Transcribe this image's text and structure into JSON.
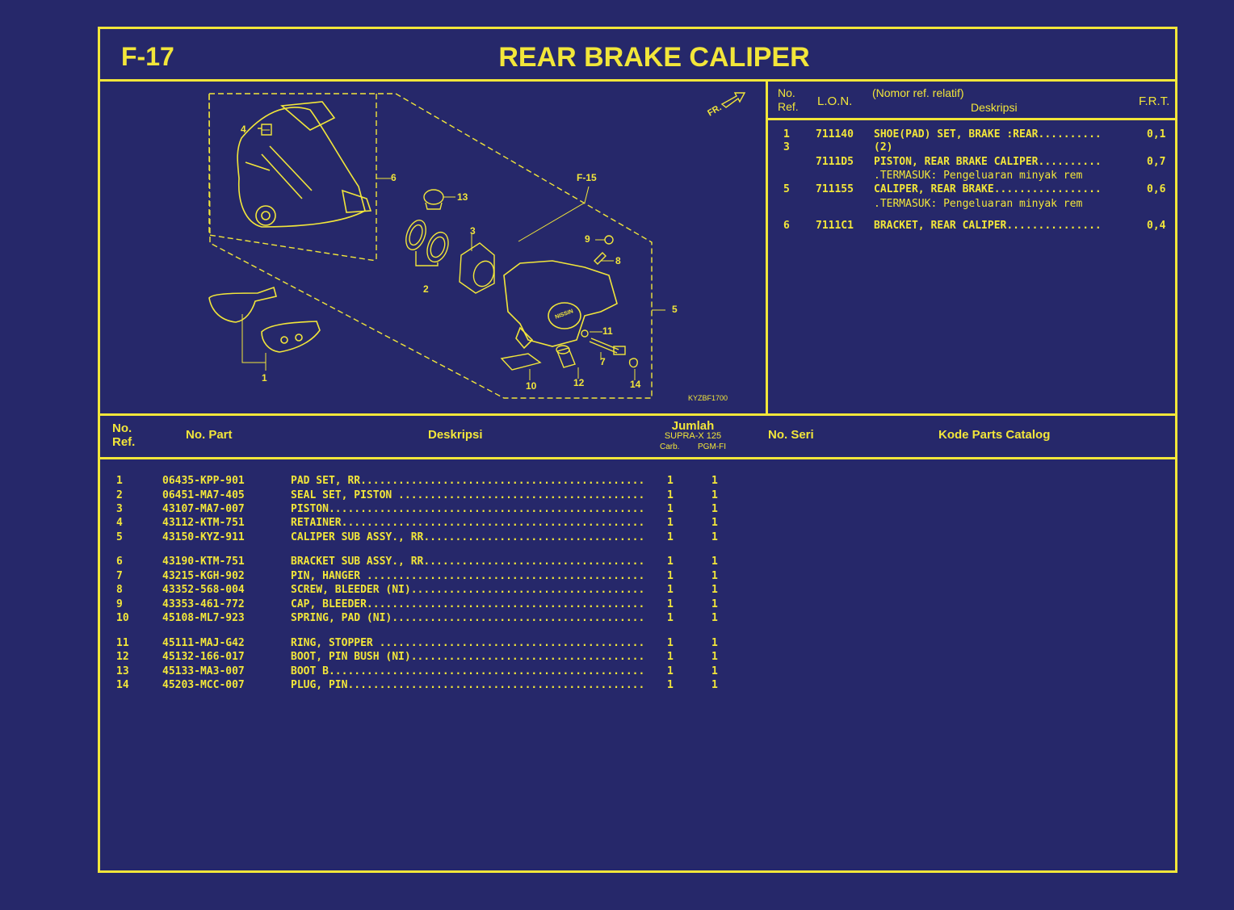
{
  "header": {
    "code": "F-17",
    "title": "REAR BRAKE CALIPER"
  },
  "diagram": {
    "callouts": [
      "1",
      "2",
      "3",
      "4",
      "5",
      "6",
      "7",
      "8",
      "9",
      "10",
      "11",
      "12",
      "13",
      "14"
    ],
    "fr_label": "FR.",
    "ref_label": "F-15",
    "image_code": "KYZBF1700",
    "logo_text": "NISSIN"
  },
  "lon_table": {
    "headers": {
      "no_ref_1": "No.",
      "no_ref_2": "Ref.",
      "lon": "L.O.N.",
      "relative": "(Nomor ref. relatif)",
      "desc": "Deskripsi",
      "frt": "F.R.T."
    },
    "rows": [
      {
        "ref": "1",
        "lon": "711140",
        "desc": "SHOE(PAD) SET, BRAKE :REAR..........",
        "frt": "0,1"
      },
      {
        "ref": "3",
        "lon": "",
        "desc": "(2)",
        "frt": ""
      },
      {
        "ref": "",
        "lon": "7111D5",
        "desc": "PISTON, REAR BRAKE CALIPER..........",
        "frt": "0,7"
      },
      {
        "ref": "",
        "lon": "",
        "desc": ".TERMASUK: Pengeluaran minyak rem",
        "frt": ""
      },
      {
        "ref": "5",
        "lon": "711155",
        "desc": "CALIPER, REAR BRAKE.................",
        "frt": "0,6"
      },
      {
        "ref": "",
        "lon": "",
        "desc": ".TERMASUK: Pengeluaran minyak rem",
        "frt": ""
      },
      {
        "ref": "6",
        "lon": "7111C1",
        "desc": "BRACKET, REAR CALIPER...............",
        "frt": "0,4"
      }
    ]
  },
  "parts_table": {
    "headers": {
      "no_ref_1": "No.",
      "no_ref_2": "Ref.",
      "no_part": "No. Part",
      "desc": "Deskripsi",
      "jumlah": "Jumlah",
      "model": "SUPRA-X 125",
      "carb": "Carb.",
      "pgm": "PGM-FI",
      "no_seri": "No. Seri",
      "kode": "Kode Parts Catalog"
    },
    "rows": [
      {
        "ref": "1",
        "part": "06435-KPP-901",
        "desc": "PAD SET, RR.............................................",
        "carb": "1",
        "pgm": "1"
      },
      {
        "ref": "2",
        "part": "06451-MA7-405",
        "desc": "SEAL SET, PISTON .......................................",
        "carb": "1",
        "pgm": "1"
      },
      {
        "ref": "3",
        "part": "43107-MA7-007",
        "desc": "PISTON..................................................",
        "carb": "1",
        "pgm": "1"
      },
      {
        "ref": "4",
        "part": "43112-KTM-751",
        "desc": "RETAINER................................................",
        "carb": "1",
        "pgm": "1"
      },
      {
        "ref": "5",
        "part": "43150-KYZ-911",
        "desc": "CALIPER SUB ASSY., RR...................................",
        "carb": "1",
        "pgm": "1"
      },
      {
        "ref": "6",
        "part": "43190-KTM-751",
        "desc": "BRACKET SUB ASSY., RR...................................",
        "carb": "1",
        "pgm": "1"
      },
      {
        "ref": "7",
        "part": "43215-KGH-902",
        "desc": "PIN, HANGER ............................................",
        "carb": "1",
        "pgm": "1"
      },
      {
        "ref": "8",
        "part": "43352-568-004",
        "desc": "SCREW, BLEEDER (NI).....................................",
        "carb": "1",
        "pgm": "1"
      },
      {
        "ref": "9",
        "part": "43353-461-772",
        "desc": "CAP, BLEEDER............................................",
        "carb": "1",
        "pgm": "1"
      },
      {
        "ref": "10",
        "part": "45108-ML7-923",
        "desc": "SPRING, PAD (NI)........................................",
        "carb": "1",
        "pgm": "1"
      },
      {
        "ref": "11",
        "part": "45111-MAJ-G42",
        "desc": "RING, STOPPER ..........................................",
        "carb": "1",
        "pgm": "1"
      },
      {
        "ref": "12",
        "part": "45132-166-017",
        "desc": "BOOT, PIN BUSH (NI).....................................",
        "carb": "1",
        "pgm": "1"
      },
      {
        "ref": "13",
        "part": "45133-MA3-007",
        "desc": "BOOT B..................................................",
        "carb": "1",
        "pgm": "1"
      },
      {
        "ref": "14",
        "part": "45203-MCC-007",
        "desc": "PLUG, PIN...............................................",
        "carb": "1",
        "pgm": "1"
      }
    ]
  },
  "colors": {
    "background": "#26286a",
    "ink": "#f2e63a"
  }
}
